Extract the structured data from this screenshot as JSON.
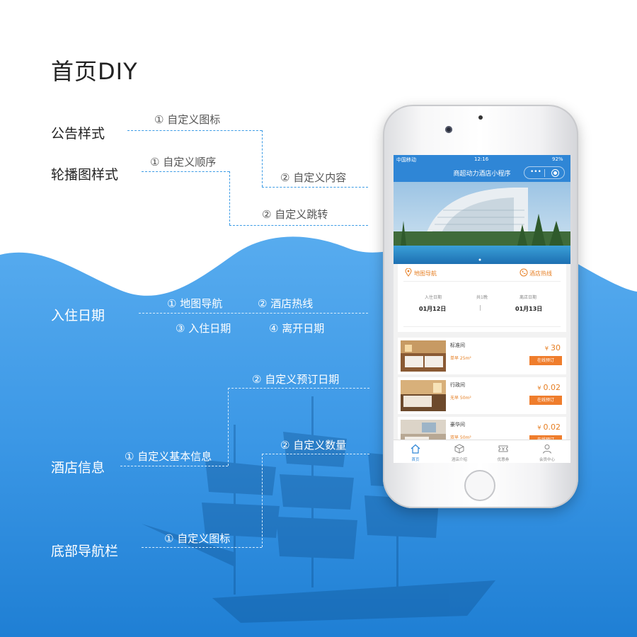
{
  "title": "首页DIY",
  "sections": {
    "notice": "公告样式",
    "carousel": "轮播图样式",
    "checkin": "入住日期",
    "hotel_info": "酒店信息",
    "bottom_nav": "底部导航栏"
  },
  "annotations": {
    "notice_1": "① 自定义图标",
    "notice_2": "② 自定义内容",
    "carousel_1": "① 自定义顺序",
    "carousel_2": "② 自定义跳转",
    "checkin_1": "① 地图导航",
    "checkin_2": "② 酒店热线",
    "checkin_3": "③ 入住日期",
    "checkin_4": "④ 离开日期",
    "hotel_1": "① 自定义基本信息",
    "hotel_2": "② 自定义预订日期",
    "hotel_3": "② 自定义数量",
    "nav_1": "① 自定义图标"
  },
  "phone": {
    "status": {
      "carrier": "中国移动",
      "time": "12:16",
      "battery": "92%"
    },
    "nav_title": "商超动力酒店小程序",
    "capsule_dots": "•••",
    "map_nav": "地图导航",
    "hotline": "酒店热线",
    "checkin_label": "入住日期",
    "nights": "共1晚",
    "checkout_label": "离店日期",
    "checkin_date": "01月12日",
    "checkout_date": "01月13日",
    "rooms": [
      {
        "name": "标准间",
        "desc": "单早 25m²",
        "currency": "¥",
        "price": "30",
        "book": "在线预订"
      },
      {
        "name": "行政间",
        "desc": "无早 50m²",
        "currency": "¥",
        "price": "0.02",
        "book": "在线预订"
      },
      {
        "name": "豪华间",
        "desc": "双早 50m²",
        "currency": "¥",
        "price": "0.02",
        "book": "在线预订"
      }
    ],
    "tabs": [
      {
        "label": "首页",
        "icon": "home-icon"
      },
      {
        "label": "酒店介绍",
        "icon": "cube-icon"
      },
      {
        "label": "优惠券",
        "icon": "coupon-icon"
      },
      {
        "label": "会员中心",
        "icon": "user-icon"
      }
    ]
  },
  "colors": {
    "accent": "#2f86d6",
    "orange": "#ef7d2c",
    "wave": "#3d9ae8"
  }
}
